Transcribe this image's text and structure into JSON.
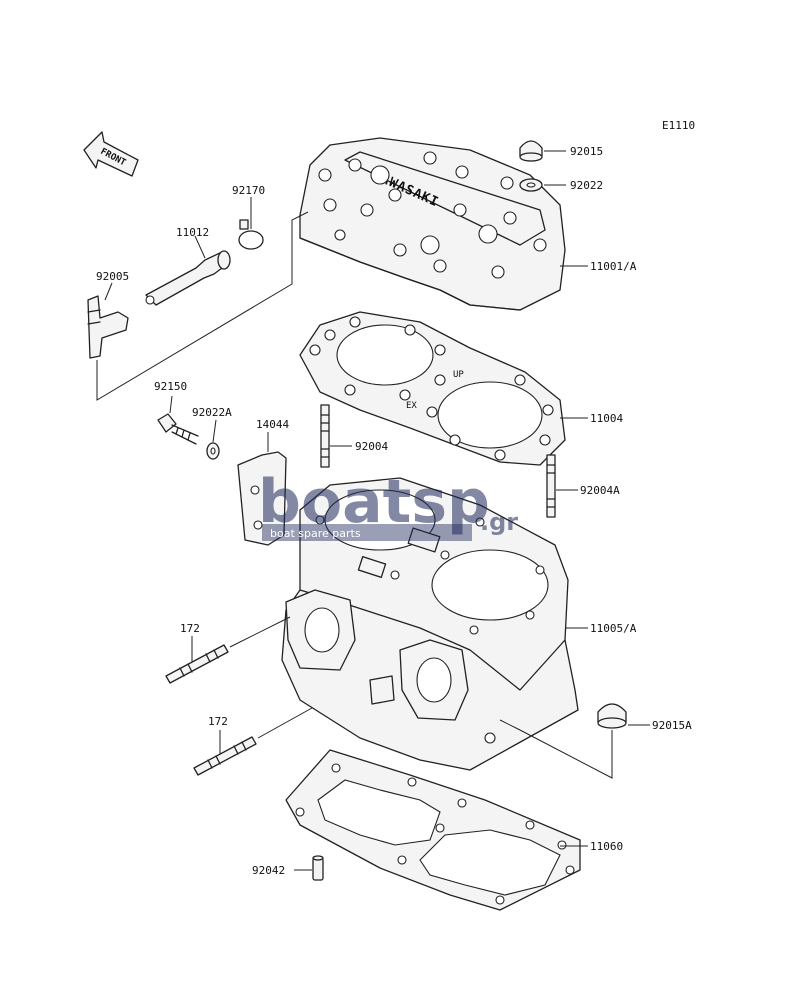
{
  "diagram": {
    "code": "E1110",
    "front_label": "FRONT",
    "ex_mark": "EX",
    "up_mark": "UP",
    "parts": [
      {
        "id": "p-92015",
        "label": "92015"
      },
      {
        "id": "p-92022",
        "label": "92022"
      },
      {
        "id": "p-92170",
        "label": "92170"
      },
      {
        "id": "p-11012",
        "label": "11012"
      },
      {
        "id": "p-92005",
        "label": "92005"
      },
      {
        "id": "p-11001A",
        "label": "11001/A"
      },
      {
        "id": "p-92150",
        "label": "92150"
      },
      {
        "id": "p-92022A",
        "label": "92022A"
      },
      {
        "id": "p-14044",
        "label": "14044"
      },
      {
        "id": "p-92004",
        "label": "92004"
      },
      {
        "id": "p-11004",
        "label": "11004"
      },
      {
        "id": "p-92004A",
        "label": "92004A"
      },
      {
        "id": "p-172a",
        "label": "172"
      },
      {
        "id": "p-11005A",
        "label": "11005/A"
      },
      {
        "id": "p-172b",
        "label": "172"
      },
      {
        "id": "p-92015A",
        "label": "92015A"
      },
      {
        "id": "p-11060",
        "label": "11060"
      },
      {
        "id": "p-92042",
        "label": "92042"
      }
    ]
  },
  "watermark": {
    "brand": "boatsp",
    "suffix": ".gr",
    "tagline": "boat spare parts",
    "color": "#1f2a5a"
  }
}
